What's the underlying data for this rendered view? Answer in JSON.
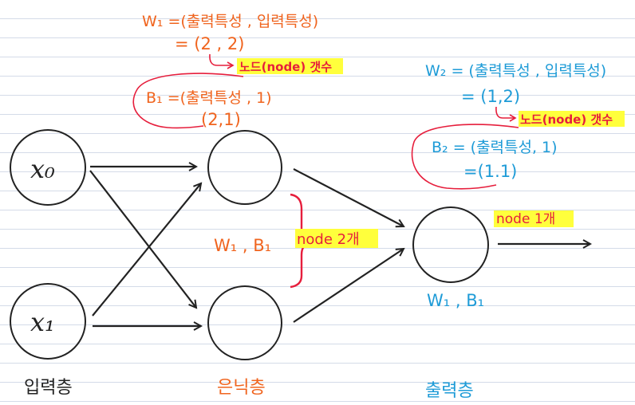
{
  "colors": {
    "orange": "#f0641e",
    "blue": "#1e9bd7",
    "red": "#e61e3c",
    "highlight": "#ffff3c",
    "ink": "#222222"
  },
  "nodes": {
    "x0": "x₀",
    "x1": "x₁"
  },
  "labels": {
    "input_layer": "입력층",
    "hidden_layer": "은닉층",
    "output_layer": "출력층"
  },
  "hidden_annotations": {
    "w1_line": "W₁ =(출력특성 , 입력특성)",
    "w1_value": "= (2 , 2)",
    "node_count": "노드(node) 갯수",
    "b1_line": "B₁ =(출력특성 , 1)",
    "b1_value": "(2,1)",
    "params": "W₁ , B₁",
    "node_note": "node 2개"
  },
  "output_annotations": {
    "w2_line": "W₂ = (출력특성 , 입력특성)",
    "w2_value": "= (1,2)",
    "node_count": "노드(node) 갯수",
    "b2_line": "B₂ = (출력특성,  1)",
    "b2_value": "=(1.1)",
    "params": "W₁ , B₁",
    "node_note": "node 1개"
  }
}
